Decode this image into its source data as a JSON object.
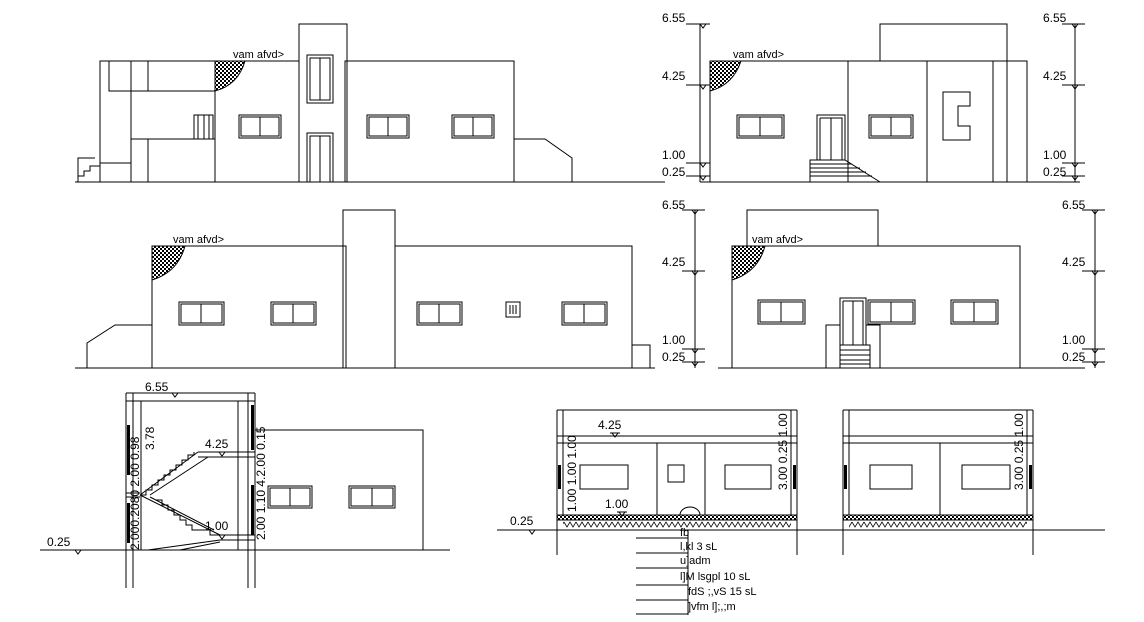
{
  "annotation": "vam  afvd>",
  "levels": {
    "top": "6.55",
    "upper": "4.25",
    "first": "1.00",
    "plinth": "0.25"
  },
  "section_a": {
    "left_dims": "2.000.2080 2.00 0.98",
    "left_dim2": "3.78",
    "right_dims": "2.00 1.10 4.2.00 0.15"
  },
  "section_b": {
    "left_dims": "1.00 1.00 1.00",
    "right_dims": "3.00 0.25 1.00"
  },
  "section_c": {
    "right_dims": "3.00 0.25 1.00"
  },
  "footing_notes": [
    "fb",
    "l,kl  3  sL",
    "u]adm",
    "l]M  lsgpl   10   sL",
    "fdS ;,vS   15   sL",
    "]vfm  l];,;m"
  ],
  "colors": {
    "line": "#000000",
    "background": "#ffffff"
  }
}
